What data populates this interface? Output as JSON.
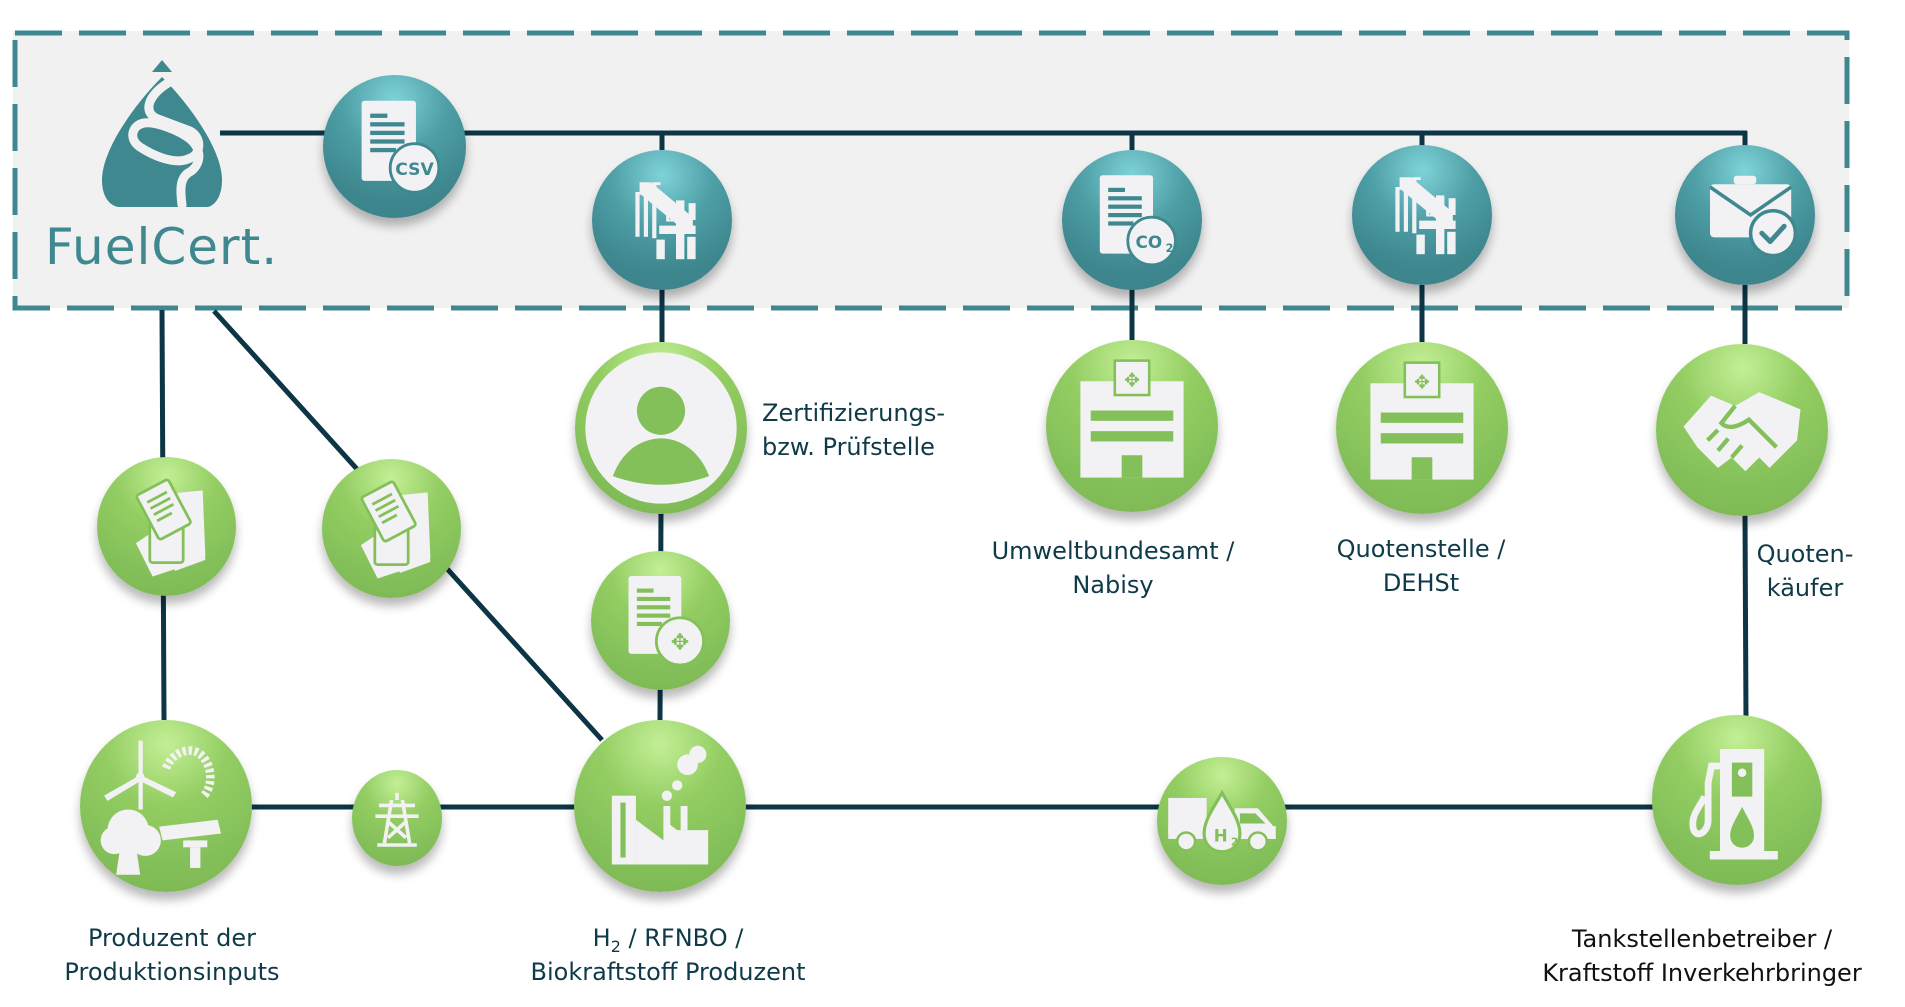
{
  "diagram": {
    "title": "FuelCert. Zertifizierungs- und Quotenprozess",
    "brand": {
      "name": "FuelCert.",
      "logo_icon": "droplet-paragraph-logo",
      "color_teal": "#3f8890",
      "color_green": "#84c05a",
      "color_line": "#0d3545",
      "color_text": "#0f3a48"
    },
    "platform_nodes": [
      {
        "id": "csv-export",
        "icon": "document-csv-icon",
        "badge": "CSV"
      },
      {
        "id": "platform-certificate-register-1",
        "icon": "certificate-register-icon"
      },
      {
        "id": "platform-co2-report",
        "icon": "document-co2-icon",
        "badge": "CO2"
      },
      {
        "id": "platform-certificate-register-2",
        "icon": "certificate-register-icon"
      },
      {
        "id": "platform-portfolio-approved",
        "icon": "briefcase-check-icon"
      }
    ],
    "actors": [
      {
        "id": "zertifizierungsstelle",
        "icon": "person-icon",
        "label_lines": [
          "Zertifizierungs-",
          "bzw. Prüfstelle"
        ]
      },
      {
        "id": "umweltbundesamt",
        "icon": "government-building-icon",
        "label_lines": [
          "Umweltbundesamt /",
          "Nabisy"
        ]
      },
      {
        "id": "quotenstelle",
        "icon": "government-building-icon",
        "label_lines": [
          "Quotenstelle /",
          "DEHSt"
        ]
      },
      {
        "id": "quotenkaeufer",
        "icon": "handshake-icon",
        "label_lines": [
          "Quoten-",
          "käufer"
        ]
      },
      {
        "id": "produzent-inputs",
        "icon": "renewable-energy-icon",
        "label_lines": [
          "Produzent der",
          "Produktionsinputs"
        ]
      },
      {
        "id": "h2-produzent",
        "icon": "factory-icon",
        "label_line1_main": "H",
        "label_line1_sub": "2",
        "label_line1_rest": " / RFNBO /",
        "label_lines": [
          "H2 / RFNBO /",
          "Biokraftstoff Produzent"
        ]
      },
      {
        "id": "tankstellenbetreiber",
        "icon": "fuel-pump-icon",
        "label_lines": [
          "Tankstellenbetreiber /",
          "Kraftstoff Inverkehrbringer"
        ]
      }
    ],
    "flow_nodes": [
      {
        "id": "input-documents-1",
        "icon": "documents-stack-icon"
      },
      {
        "id": "input-documents-2",
        "icon": "documents-stack-icon"
      },
      {
        "id": "official-certificate",
        "icon": "document-federal-eagle-icon"
      },
      {
        "id": "power-grid",
        "icon": "power-pylon-icon"
      },
      {
        "id": "h2-transport",
        "icon": "h2-truck-icon",
        "badge": "H2"
      }
    ]
  }
}
